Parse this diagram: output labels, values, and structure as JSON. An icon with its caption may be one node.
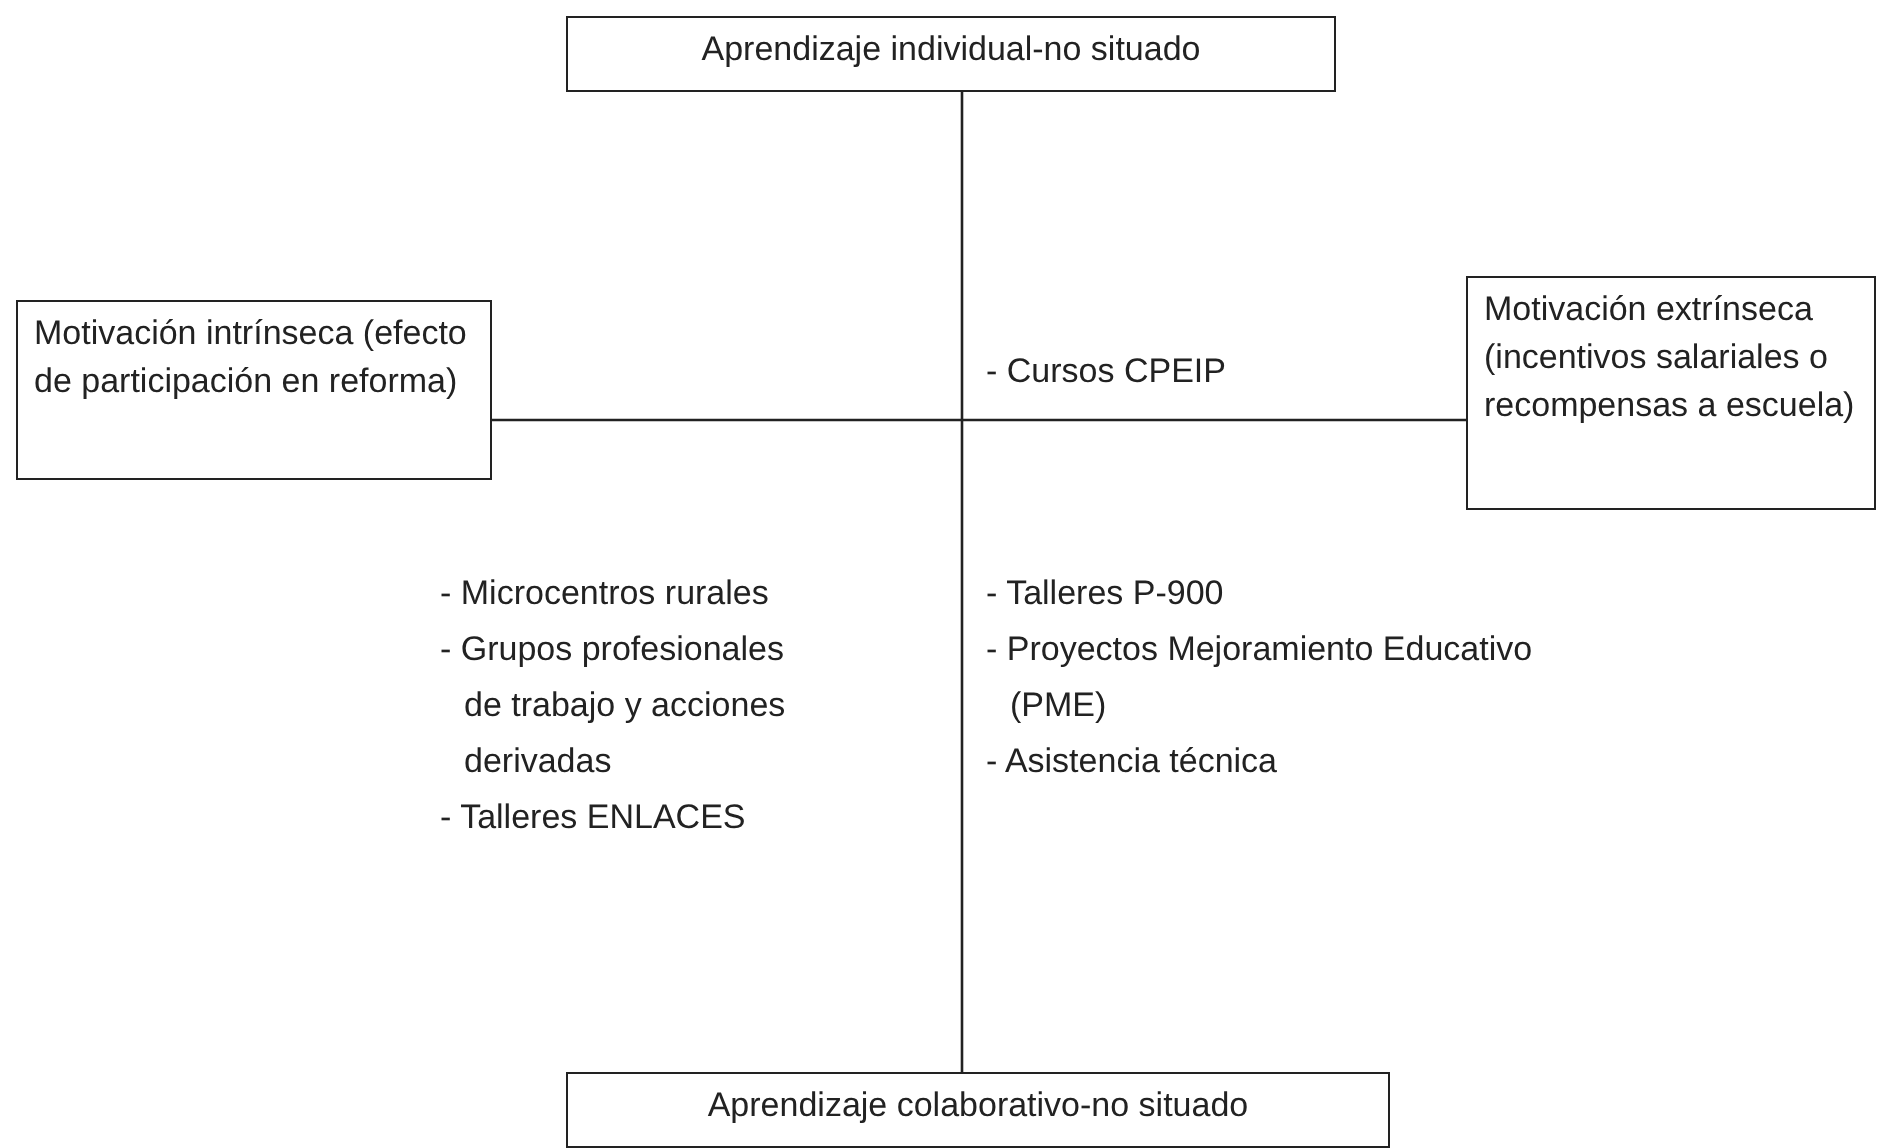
{
  "diagram": {
    "nodes": [
      {
        "text": [
          "Aprendizaje individual-no situado"
        ]
      },
      {
        "text": [
          "Motivación intrínseca (efecto de participación en reforma)"
        ]
      },
      {
        "text": [
          "Motivación extrínseca (incentivos salariales o recompensas a escuela)"
        ]
      },
      {
        "text": [
          "Aprendizaje colaborativo-no situado"
        ]
      }
    ],
    "edges": [
      {
        "from": 0,
        "to": 3,
        "arrow": "none"
      },
      {
        "from": 1,
        "to": 2,
        "arrow": "none"
      }
    ],
    "labels": [
      "- Cursos CPEIP",
      "- Microcentros rurales",
      "- Grupos profesionales de trabajo y acciones derivadas",
      "- Talleres ENLACES",
      "- Talleres P-900",
      "- Proyectos Mejoramiento Educativo (PME)",
      "- Asistencia técnica"
    ]
  }
}
